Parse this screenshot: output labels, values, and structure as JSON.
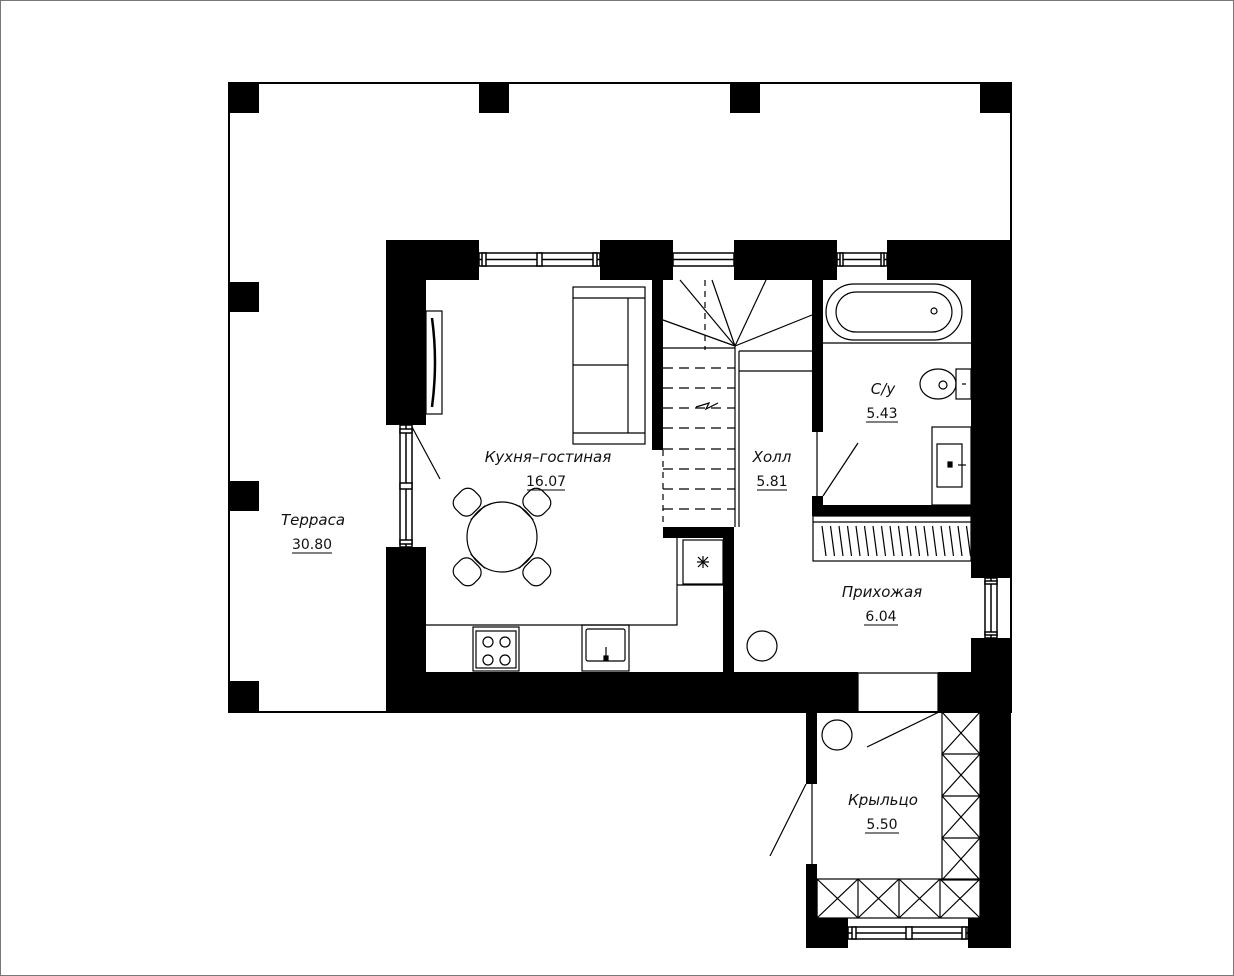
{
  "rooms": {
    "kitchen": {
      "label": "Кухня–гостиная",
      "area": "16.07"
    },
    "hall": {
      "label": "Холл",
      "area": "5.81"
    },
    "bathroom": {
      "label": "С/у",
      "area": "5.43"
    },
    "terrace": {
      "label": "Терраса",
      "area": "30.80"
    },
    "entry": {
      "label": "Прихожая",
      "area": "6.04"
    },
    "porch": {
      "label": "Крыльцо",
      "area": "5.50"
    }
  }
}
